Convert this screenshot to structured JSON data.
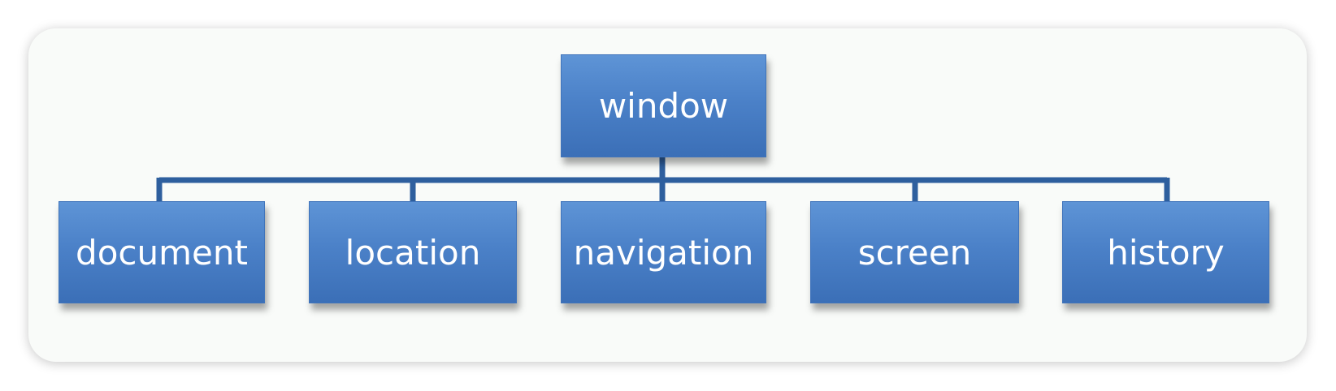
{
  "diagram": {
    "root": {
      "label": "window"
    },
    "children": [
      {
        "label": "document"
      },
      {
        "label": "location"
      },
      {
        "label": "navigation"
      },
      {
        "label": "screen"
      },
      {
        "label": "history"
      }
    ]
  },
  "colors": {
    "box_fill": "#4b81c8",
    "connector": "#2e5f9e",
    "card_background": "#f9fbf9"
  }
}
